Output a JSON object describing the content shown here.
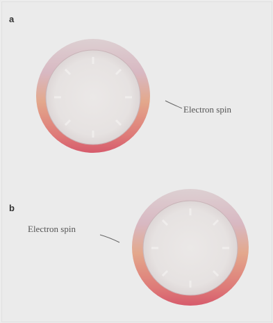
{
  "panels": [
    {
      "label": "a",
      "callout": "Electron spin"
    },
    {
      "label": "b",
      "callout": "Electron spin"
    }
  ],
  "colors": {
    "background": "#ebebeb",
    "ring_outer": "#d6c2c6",
    "ring_mid": "#e2a48a",
    "ring_bottom": "#d8606e",
    "inner_fill": "#e8e5e4",
    "leader_line": "#666666"
  }
}
